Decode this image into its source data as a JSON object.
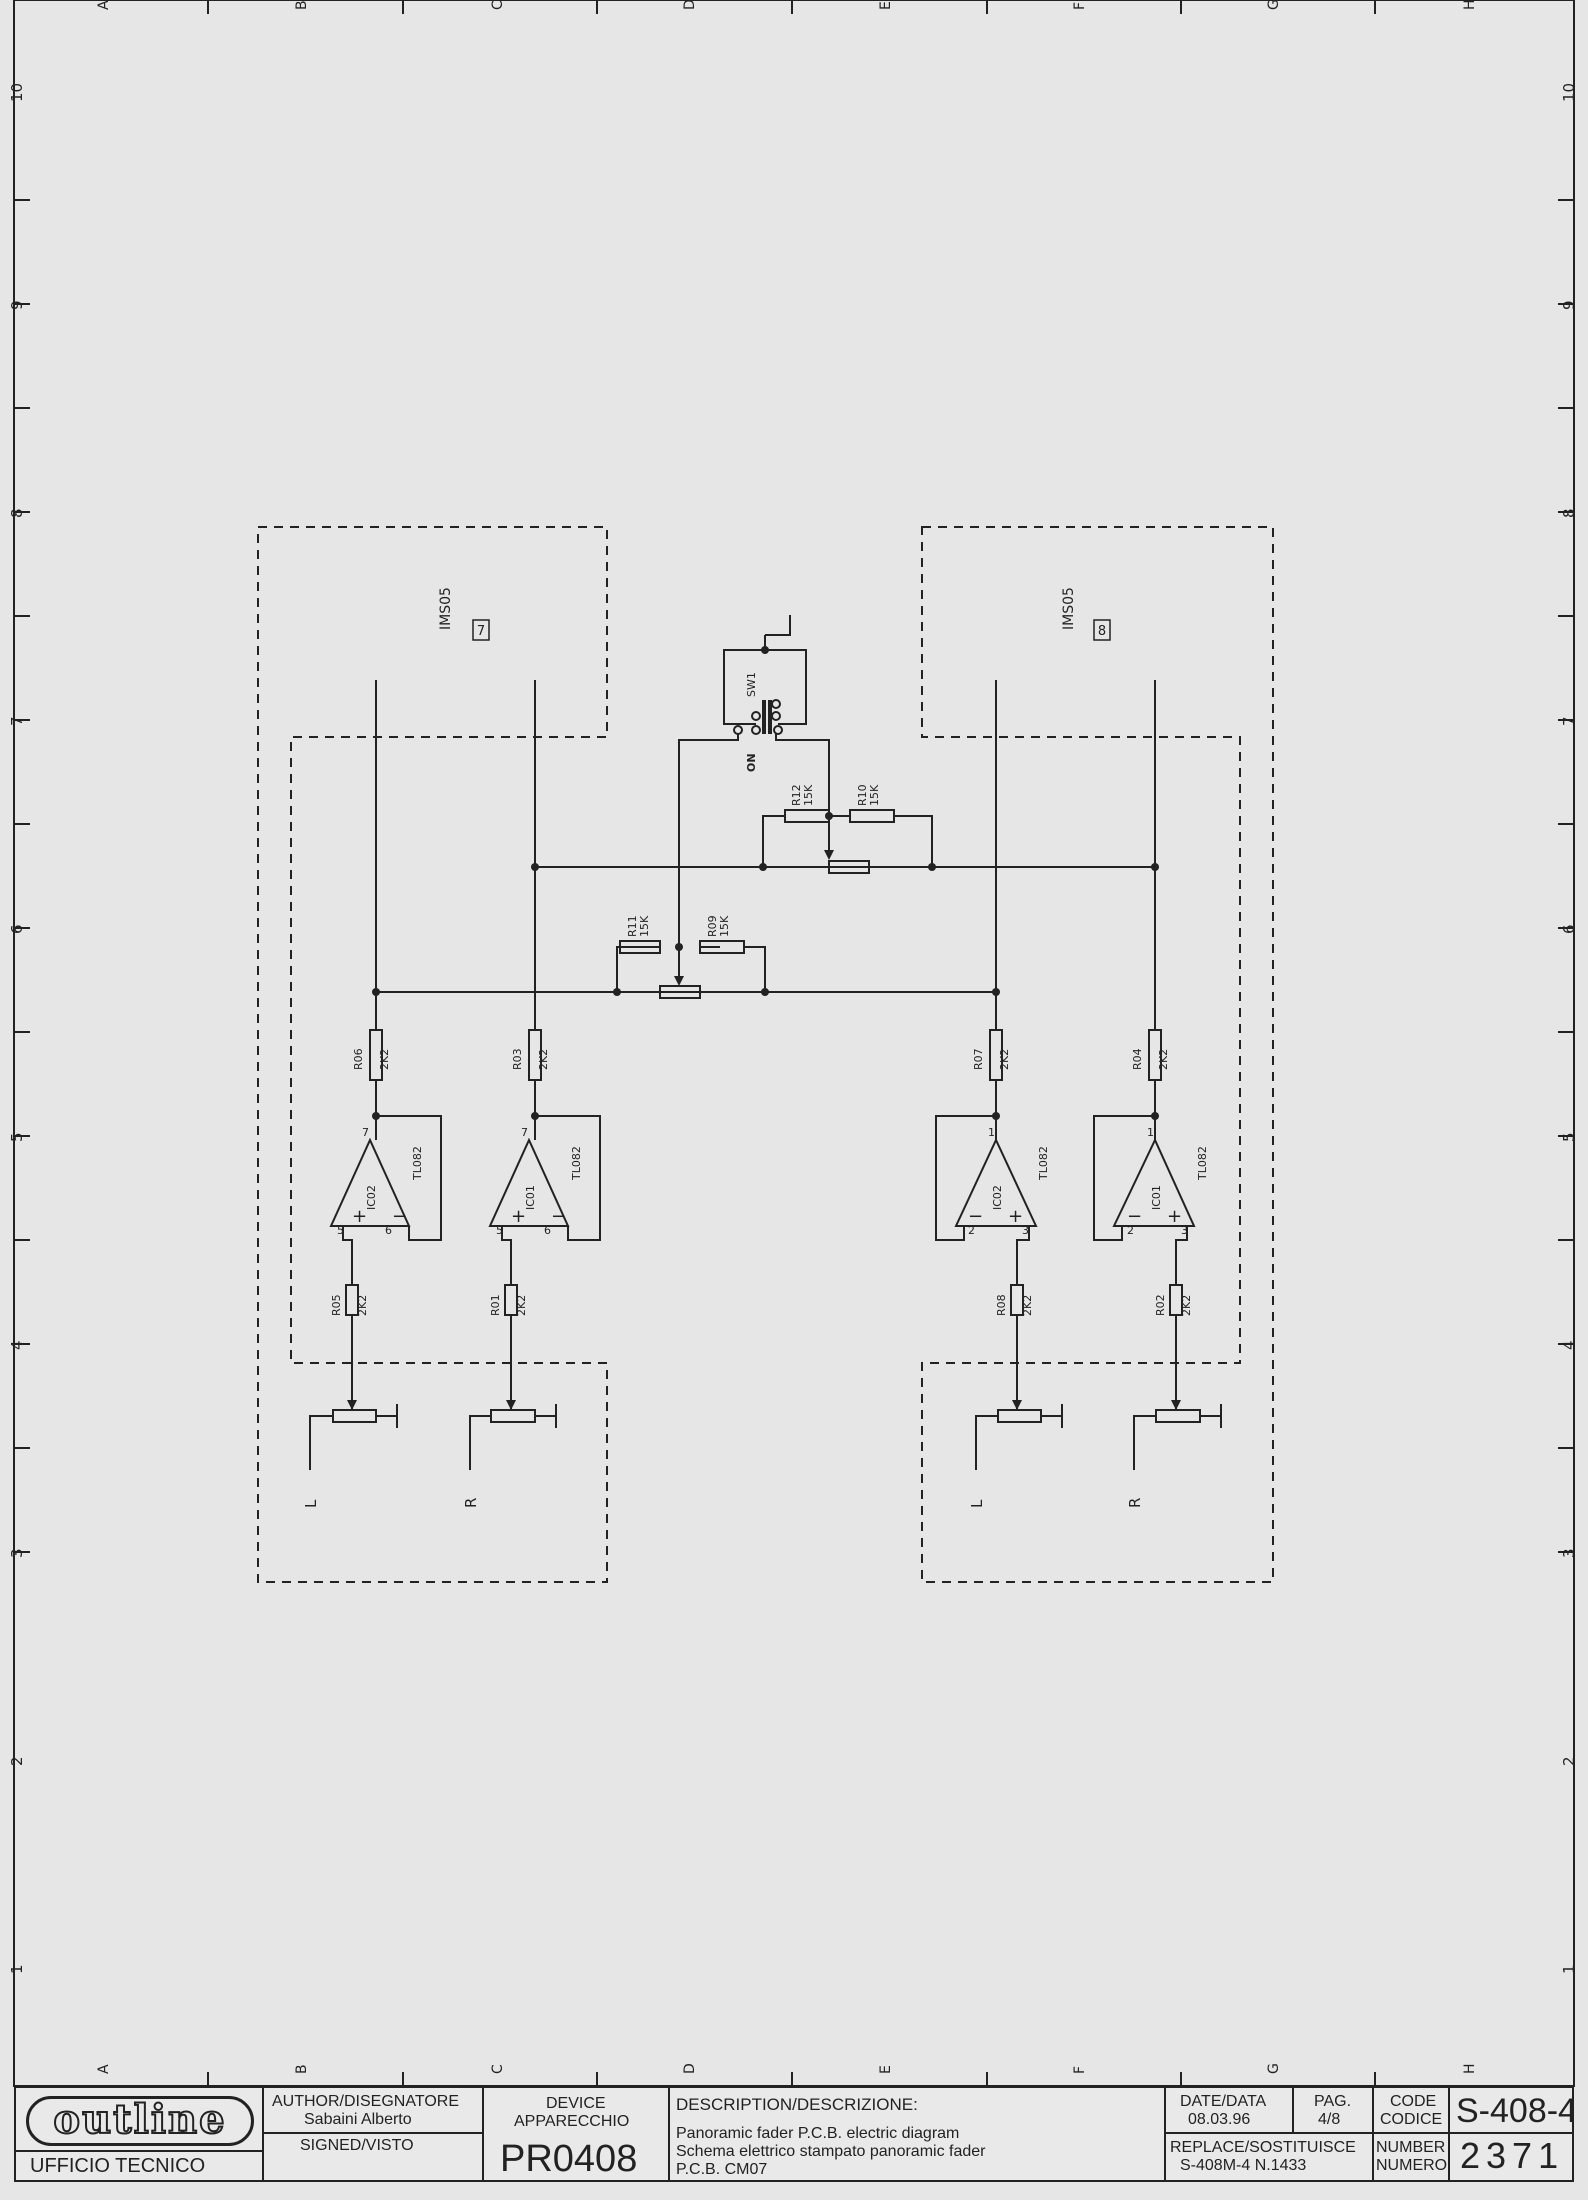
{
  "grid": {
    "columns": [
      "A",
      "B",
      "C",
      "D",
      "E",
      "F",
      "G",
      "H"
    ],
    "rows": [
      "10",
      "9",
      "8",
      "7",
      "6",
      "5",
      "4",
      "3",
      "2",
      "1"
    ]
  },
  "modules": [
    {
      "name": "IMS05",
      "number": "7"
    },
    {
      "name": "IMS05",
      "number": "8"
    }
  ],
  "switch": {
    "ref": "SW1",
    "on_label": "ON"
  },
  "resistors": [
    {
      "ref": "R12",
      "value": "15K"
    },
    {
      "ref": "R10",
      "value": "15K"
    },
    {
      "ref": "R11",
      "value": "15K"
    },
    {
      "ref": "R09",
      "value": "15K"
    },
    {
      "ref": "R06",
      "value": "2K2"
    },
    {
      "ref": "R03",
      "value": "2K2"
    },
    {
      "ref": "R07",
      "value": "2K2"
    },
    {
      "ref": "R04",
      "value": "2K2"
    },
    {
      "ref": "R05",
      "value": "2K2"
    },
    {
      "ref": "R01",
      "value": "2K2"
    },
    {
      "ref": "R08",
      "value": "2K2"
    },
    {
      "ref": "R02",
      "value": "2K2"
    }
  ],
  "opamps": [
    {
      "ref": "IC02",
      "part": "TL082",
      "out_pin": "7",
      "plus_pin": "5",
      "minus_pin": "6"
    },
    {
      "ref": "IC01",
      "part": "TL082",
      "out_pin": "7",
      "plus_pin": "5",
      "minus_pin": "6"
    },
    {
      "ref": "IC02",
      "part": "TL082",
      "out_pin": "1",
      "plus_pin": "3",
      "minus_pin": "2"
    },
    {
      "ref": "IC01",
      "part": "TL082",
      "out_pin": "1",
      "plus_pin": "3",
      "minus_pin": "2"
    }
  ],
  "inputs": [
    "L",
    "R",
    "L",
    "R"
  ],
  "op_signs": {
    "plus": "+",
    "minus": "−"
  },
  "title_block": {
    "logo": "outline",
    "dept": "UFFICIO TECNICO",
    "author_label": "AUTHOR/DISEGNATORE",
    "author": "Sabaini Alberto",
    "signed_label": "SIGNED/VISTO",
    "device_label_1": "DEVICE",
    "device_label_2": "APPARECCHIO",
    "device": "PR0408",
    "desc_label": "DESCRIPTION/DESCRIZIONE:",
    "desc_1": "Panoramic fader P.C.B. electric diagram",
    "desc_2": "Schema elettrico stampato panoramic fader",
    "desc_3": "P.C.B. CM07",
    "date_label": "DATE/DATA",
    "date": "08.03.96",
    "page_label": "PAG.",
    "page": "4/8",
    "code_label_1": "CODE",
    "code_label_2": "CODICE",
    "code": "S-408-4",
    "replace_label": "REPLACE/SOSTITUISCE",
    "replace": "S-408M-4 N.1433",
    "number_label_1": "NUMBER",
    "number_label_2": "NUMERO",
    "number": "2371"
  },
  "colors": {
    "paper": "#e6e6e6",
    "ink": "#222222"
  }
}
